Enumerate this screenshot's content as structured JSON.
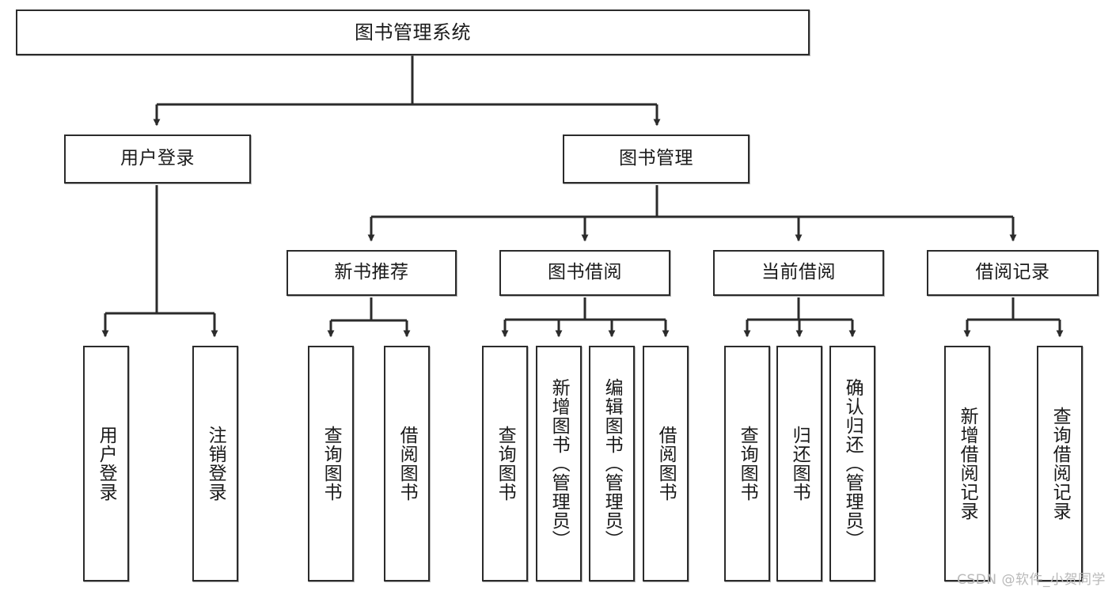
{
  "diagram": {
    "title": "图书管理系统",
    "type": "tree-hierarchy",
    "watermark": "CSDN @软件_小贺同学",
    "edge_color": "#2b2b2b",
    "node_border_color": "#2b2b2b",
    "node_fill_color": "#ffffff",
    "text_color": "#1a1a1a"
  },
  "nodes": {
    "root": {
      "label": "图书管理系统"
    },
    "level2": [
      {
        "id": "user-login",
        "label": "用户登录"
      },
      {
        "id": "book-manage",
        "label": "图书管理"
      }
    ],
    "level3": [
      {
        "id": "new-book-recommend",
        "label": "新书推荐"
      },
      {
        "id": "book-borrow",
        "label": "图书借阅"
      },
      {
        "id": "current-borrow",
        "label": "当前借阅"
      },
      {
        "id": "borrow-record",
        "label": "借阅记录"
      }
    ],
    "leaves": {
      "user_login": [
        {
          "id": "leaf-user-login",
          "label": "用户登录"
        },
        {
          "id": "leaf-logout-login",
          "label": "注销登录"
        }
      ],
      "new_book_recommend": [
        {
          "id": "leaf-query-book-1",
          "label": "查询图书"
        },
        {
          "id": "leaf-borrow-book-1",
          "label": "借阅图书"
        }
      ],
      "book_borrow": [
        {
          "id": "leaf-query-book-2",
          "label": "查询图书"
        },
        {
          "id": "leaf-add-book-admin",
          "label": "新增图书（管理员）"
        },
        {
          "id": "leaf-edit-book-admin",
          "label": "编辑图书（管理员）"
        },
        {
          "id": "leaf-borrow-book-2",
          "label": "借阅图书"
        }
      ],
      "current_borrow": [
        {
          "id": "leaf-query-book-3",
          "label": "查询图书"
        },
        {
          "id": "leaf-return-book",
          "label": "归还图书"
        },
        {
          "id": "leaf-confirm-return-admin",
          "label": "确认归还（管理员）"
        }
      ],
      "borrow_record": [
        {
          "id": "leaf-add-borrow-record",
          "label": "新增借阅记录"
        },
        {
          "id": "leaf-query-borrow-record",
          "label": "查询借阅记录"
        }
      ]
    }
  }
}
